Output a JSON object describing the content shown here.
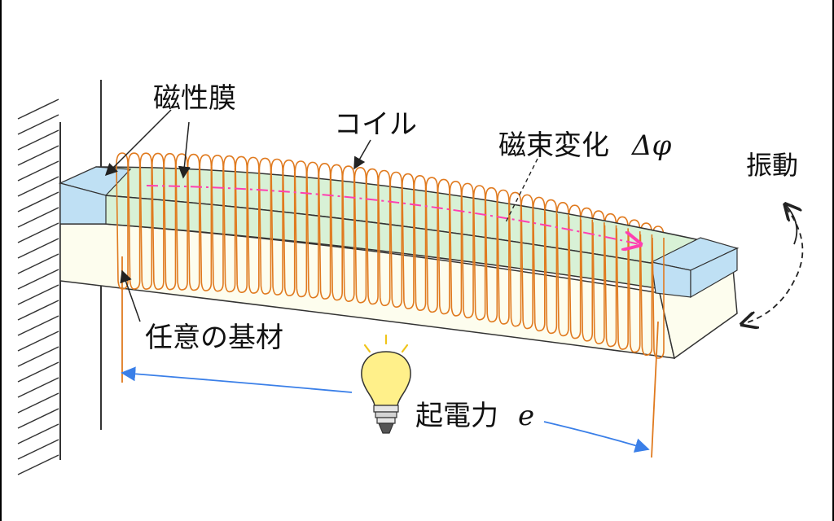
{
  "labels": {
    "magnetic_film": "磁性膜",
    "coil": "コイル",
    "flux_change": "磁束変化",
    "flux_symbol": "Δφ",
    "vibration": "振動",
    "substrate": "任意の基材",
    "emf": "起電力",
    "emf_symbol": "e"
  },
  "colors": {
    "coil": "#e07a1f",
    "film": "#bfe0f4",
    "film_green": "#d8f1d6",
    "substrate": "#fdfdee",
    "flux_arrow": "#ff3fb0",
    "emf_arrow": "#3a7fe8",
    "bulb": "#fff08a"
  }
}
